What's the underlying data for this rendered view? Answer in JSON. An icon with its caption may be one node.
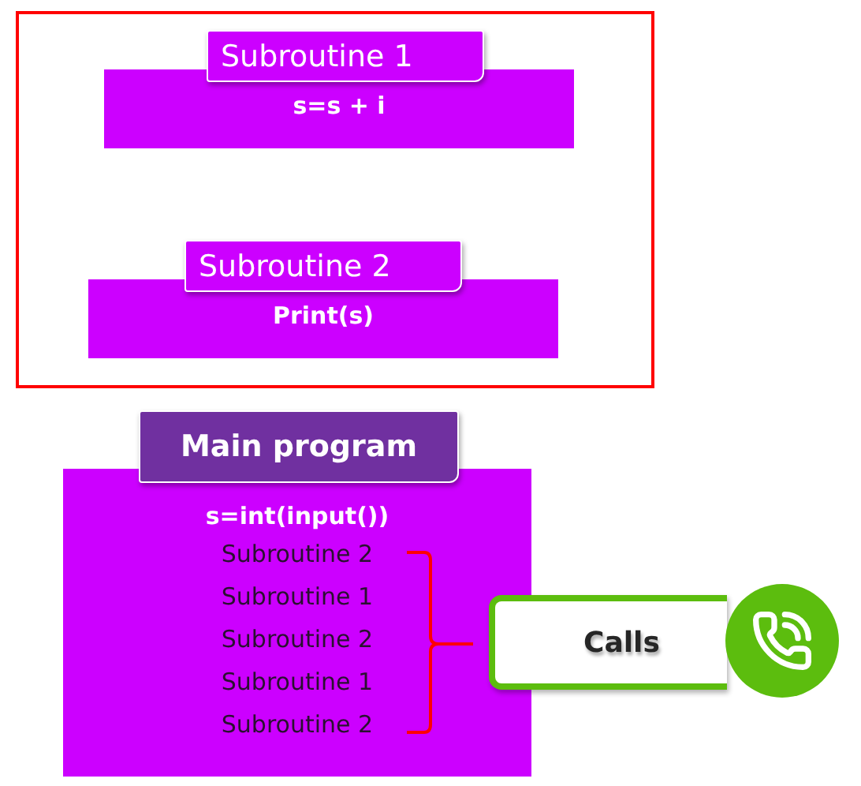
{
  "diagram": {
    "nodes": [
      {
        "text": [],
        "shape": "box"
      },
      {
        "text": [
          "Subroutine 1",
          "s=s + i"
        ],
        "in": 0
      },
      {
        "text": [
          "Subroutine 2",
          "Print(s)"
        ],
        "in": 0
      },
      {
        "text": [
          "Main program",
          "s=int(input())",
          "Subroutine 2",
          "Subroutine 1",
          "Subroutine 2",
          "Subroutine 1",
          "Subroutine 2"
        ]
      },
      {
        "text": [
          "Calls"
        ]
      }
    ]
  }
}
